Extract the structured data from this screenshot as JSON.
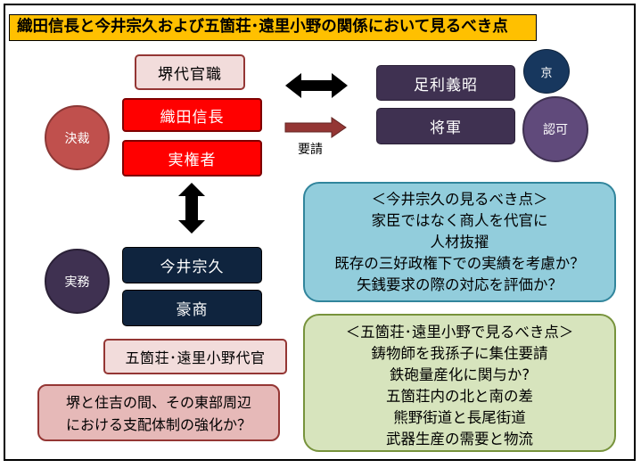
{
  "title": "織田信長と今井宗久および五箇荘･遠里小野の関係において見るべき点",
  "left": {
    "sakai_official": "堺代官職",
    "nobunaga": "織田信長",
    "real_power": "実権者",
    "decision": "決裁",
    "practical": "実務",
    "imai": "今井宗久",
    "merchant": "豪商",
    "gokasho_official": "五箇荘･遠里小野代官",
    "note_lines": [
      "堺と住吉の間、その東部周辺",
      "における支配体制の強化か？"
    ]
  },
  "right": {
    "ashikaga": "足利義昭",
    "shogun": "将軍",
    "kyo": "京",
    "approval": "認可",
    "request": "要請"
  },
  "imai_panel": {
    "lines": [
      "＜今井宗久の見るべき点＞",
      "家臣ではなく商人を代官に",
      "人材抜擢",
      "既存の三好政権下での実績を考慮か？",
      "矢銭要求の際の対応を評価か？"
    ]
  },
  "gokasho_panel": {
    "lines": [
      "＜五箇荘･遠里小野で見るべき点＞",
      "鋳物師を我孫子に集住要請",
      "鉄砲量産化に関与か?",
      "五箇荘内の北と南の差",
      "熊野街道と長尾街道",
      "武器生産の需要と物流"
    ]
  },
  "colors": {
    "title_bg": "#ffc000",
    "red": "#ff0000",
    "purple": "#3f3151",
    "navy": "#0f243e",
    "pink": "#f2dcdb",
    "blue_panel": "#92cddc",
    "green_panel": "#d7e4bd"
  }
}
